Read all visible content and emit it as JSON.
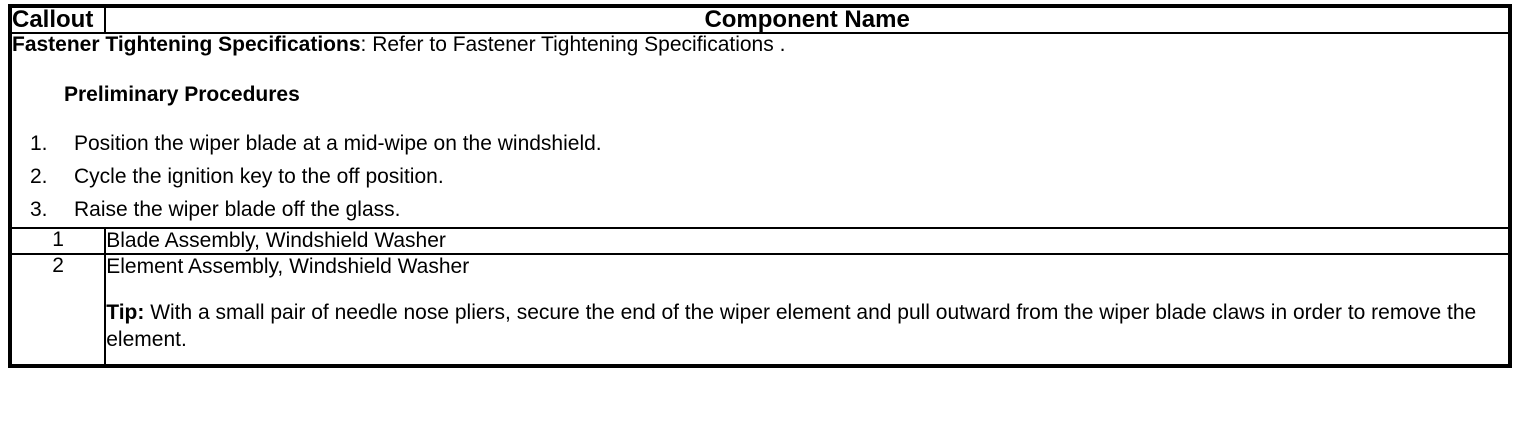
{
  "table": {
    "headers": {
      "callout": "Callout",
      "component_name": "Component Name"
    },
    "notes": {
      "fastener_label": "Fastener Tightening Specifications",
      "fastener_colon": ": ",
      "fastener_text": "Refer to Fastener Tightening Specifications .",
      "preliminary_heading": "Preliminary Procedures",
      "steps": [
        {
          "number": "1.",
          "text": "Position the wiper blade at a mid-wipe on the windshield."
        },
        {
          "number": "2.",
          "text": "Cycle the ignition key to the off position."
        },
        {
          "number": "3.",
          "text": "Raise the wiper blade off the glass."
        }
      ]
    },
    "rows": [
      {
        "callout": "1",
        "name": "Blade Assembly, Windshield Washer"
      },
      {
        "callout": "2",
        "name": "Element Assembly, Windshield Washer",
        "tip_label": "Tip:",
        "tip_text": " With a small pair of needle nose pliers, secure the end of the wiper element and pull outward from the wiper blade claws in order to remove the element."
      }
    ]
  },
  "colors": {
    "border": "#000000",
    "text": "#000000",
    "background": "#ffffff"
  }
}
